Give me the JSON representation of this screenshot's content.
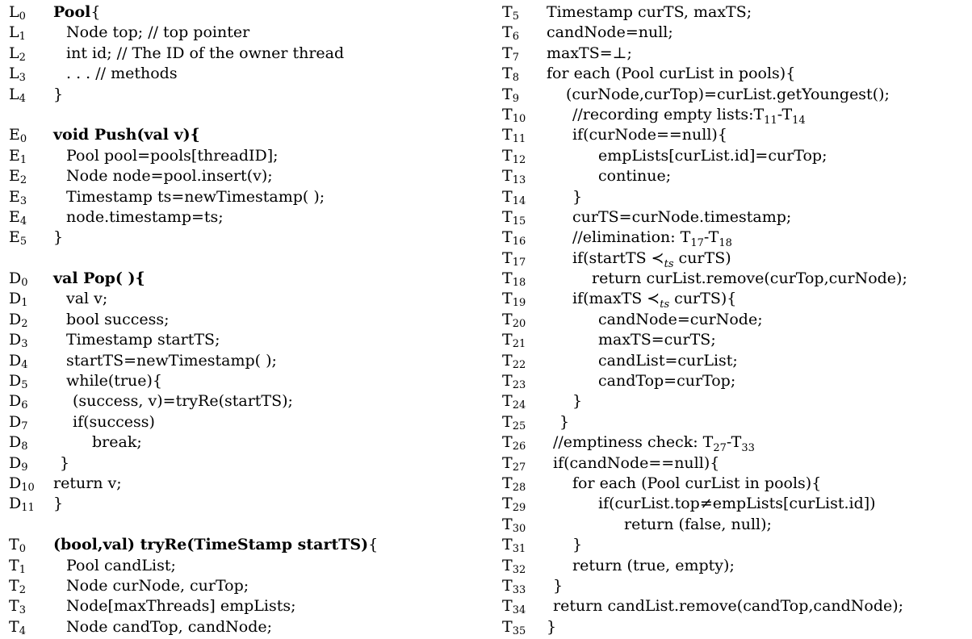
{
  "left_column": [
    {
      "prefix": "L",
      "sub": "0",
      "segments": [
        {
          "t": "",
          "b": false
        },
        {
          "t": "Pool",
          "b": true
        },
        {
          "t": "{",
          "b": false
        }
      ],
      "indent": 0
    },
    {
      "prefix": "L",
      "sub": "1",
      "segments": [
        {
          "t": "Node top; // top pointer",
          "b": false
        }
      ],
      "indent": 2
    },
    {
      "prefix": "L",
      "sub": "2",
      "segments": [
        {
          "t": "int id; // The ID of the owner thread",
          "b": false
        }
      ],
      "indent": 2
    },
    {
      "prefix": "L",
      "sub": "3",
      "segments": [
        {
          "t": ". . . // methods",
          "b": false
        }
      ],
      "indent": 2
    },
    {
      "prefix": "L",
      "sub": "4",
      "segments": [
        {
          "t": "}",
          "b": false
        }
      ],
      "indent": 0
    },
    {
      "blank": true
    },
    {
      "prefix": "E",
      "sub": "0",
      "segments": [
        {
          "t": "void Push(val v){",
          "b": true
        }
      ],
      "indent": 0
    },
    {
      "prefix": "E",
      "sub": "1",
      "segments": [
        {
          "t": "Pool pool=pools[threadID];",
          "b": false
        }
      ],
      "indent": 2
    },
    {
      "prefix": "E",
      "sub": "2",
      "segments": [
        {
          "t": "Node node=pool.insert(v);",
          "b": false
        }
      ],
      "indent": 2
    },
    {
      "prefix": "E",
      "sub": "3",
      "segments": [
        {
          "t": "Timestamp ts=newTimestamp( );",
          "b": false
        }
      ],
      "indent": 2
    },
    {
      "prefix": "E",
      "sub": "4",
      "segments": [
        {
          "t": "node.timestamp=ts;",
          "b": false
        }
      ],
      "indent": 2
    },
    {
      "prefix": "E",
      "sub": "5",
      "segments": [
        {
          "t": "}",
          "b": false
        }
      ],
      "indent": 0
    },
    {
      "blank": true
    },
    {
      "prefix": "D",
      "sub": "0",
      "segments": [
        {
          "t": "val Pop( ){",
          "b": true
        }
      ],
      "indent": 0
    },
    {
      "prefix": "D",
      "sub": "1",
      "segments": [
        {
          "t": "val v;",
          "b": false
        }
      ],
      "indent": 2
    },
    {
      "prefix": "D",
      "sub": "2",
      "segments": [
        {
          "t": "bool success;",
          "b": false
        }
      ],
      "indent": 2
    },
    {
      "prefix": "D",
      "sub": "3",
      "segments": [
        {
          "t": "Timestamp startTS;",
          "b": false
        }
      ],
      "indent": 2
    },
    {
      "prefix": "D",
      "sub": "4",
      "segments": [
        {
          "t": "startTS=newTimestamp( );",
          "b": false
        }
      ],
      "indent": 2
    },
    {
      "prefix": "D",
      "sub": "5",
      "segments": [
        {
          "t": "while(true){",
          "b": false
        }
      ],
      "indent": 2
    },
    {
      "prefix": "D",
      "sub": "6",
      "segments": [
        {
          "t": "(success, v)=tryRe(startTS);",
          "b": false
        }
      ],
      "indent": 3
    },
    {
      "prefix": "D",
      "sub": "7",
      "segments": [
        {
          "t": "if(success)",
          "b": false
        }
      ],
      "indent": 3
    },
    {
      "prefix": "D",
      "sub": "8",
      "segments": [
        {
          "t": "break;",
          "b": false
        }
      ],
      "indent": 6
    },
    {
      "prefix": "D",
      "sub": "9",
      "segments": [
        {
          "t": "}",
          "b": false
        }
      ],
      "indent": 1
    },
    {
      "prefix": "D",
      "sub": "10",
      "segments": [
        {
          "t": "return v;",
          "b": false
        }
      ],
      "indent": 0
    },
    {
      "prefix": "D",
      "sub": "11",
      "segments": [
        {
          "t": "}",
          "b": false
        }
      ],
      "indent": 0
    },
    {
      "blank": true
    },
    {
      "prefix": "T",
      "sub": "0",
      "segments": [
        {
          "t": "(bool,val) tryRe(TimeStamp startTS)",
          "b": true
        },
        {
          "t": "{",
          "b": false
        }
      ],
      "indent": 0
    },
    {
      "prefix": "T",
      "sub": "1",
      "segments": [
        {
          "t": "Pool candList;",
          "b": false
        }
      ],
      "indent": 2
    },
    {
      "prefix": "T",
      "sub": "2",
      "segments": [
        {
          "t": "Node curNode, curTop;",
          "b": false
        }
      ],
      "indent": 2
    },
    {
      "prefix": "T",
      "sub": "3",
      "segments": [
        {
          "t": "Node[maxThreads] empLists;",
          "b": false
        }
      ],
      "indent": 2
    },
    {
      "prefix": "T",
      "sub": "4",
      "segments": [
        {
          "t": "Node candTop, candNode;",
          "b": false
        }
      ],
      "indent": 2
    }
  ],
  "right_column": [
    {
      "prefix": "T",
      "sub": "5",
      "segments": [
        {
          "t": "Timestamp curTS, maxTS;",
          "b": false
        }
      ],
      "indent": 0
    },
    {
      "prefix": "T",
      "sub": "6",
      "segments": [
        {
          "t": "candNode=null;",
          "b": false
        }
      ],
      "indent": 0
    },
    {
      "prefix": "T",
      "sub": "7",
      "segments": [
        {
          "t": "maxTS=⊥;",
          "b": false
        }
      ],
      "indent": 0
    },
    {
      "prefix": "T",
      "sub": "8",
      "segments": [
        {
          "t": "for each (Pool curList in pools){",
          "b": false
        }
      ],
      "indent": 0
    },
    {
      "prefix": "T",
      "sub": "9",
      "segments": [
        {
          "t": "(curNode,curTop)=curList.getYoungest();",
          "b": false
        }
      ],
      "indent": 3
    },
    {
      "prefix": "T",
      "sub": "10",
      "segments": [
        {
          "t": "//recording empty lists:T",
          "b": false
        },
        {
          "t": "11",
          "b": false,
          "sub": true
        },
        {
          "t": "-T",
          "b": false
        },
        {
          "t": "14",
          "b": false,
          "sub": true
        }
      ],
      "indent": 4
    },
    {
      "prefix": "T",
      "sub": "11",
      "segments": [
        {
          "t": "if(curNode==null){",
          "b": false
        }
      ],
      "indent": 4
    },
    {
      "prefix": "T",
      "sub": "12",
      "segments": [
        {
          "t": "empLists[curList.id]=curTop;",
          "b": false
        }
      ],
      "indent": 8
    },
    {
      "prefix": "T",
      "sub": "13",
      "segments": [
        {
          "t": "continue;",
          "b": false
        }
      ],
      "indent": 8
    },
    {
      "prefix": "T",
      "sub": "14",
      "segments": [
        {
          "t": "}",
          "b": false
        }
      ],
      "indent": 4
    },
    {
      "prefix": "T",
      "sub": "15",
      "segments": [
        {
          "t": "curTS=curNode.timestamp;",
          "b": false
        }
      ],
      "indent": 4
    },
    {
      "prefix": "T",
      "sub": "16",
      "segments": [
        {
          "t": "//elimination: T",
          "b": false
        },
        {
          "t": "17",
          "b": false,
          "sub": true
        },
        {
          "t": "-T",
          "b": false
        },
        {
          "t": "18",
          "b": false,
          "sub": true
        }
      ],
      "indent": 4
    },
    {
      "prefix": "T",
      "sub": "17",
      "segments": [
        {
          "t": "if(startTS ≺",
          "b": false
        },
        {
          "t": "ts",
          "b": false,
          "sub": true,
          "i": true
        },
        {
          "t": " curTS)",
          "b": false
        }
      ],
      "indent": 4
    },
    {
      "prefix": "T",
      "sub": "18",
      "segments": [
        {
          "t": "return curList.remove(curTop,curNode);",
          "b": false
        }
      ],
      "indent": 7
    },
    {
      "prefix": "T",
      "sub": "19",
      "segments": [
        {
          "t": "if(maxTS ≺",
          "b": false
        },
        {
          "t": "ts",
          "b": false,
          "sub": true,
          "i": true
        },
        {
          "t": " curTS){",
          "b": false
        }
      ],
      "indent": 4
    },
    {
      "prefix": "T",
      "sub": "20",
      "segments": [
        {
          "t": "candNode=curNode;",
          "b": false
        }
      ],
      "indent": 8
    },
    {
      "prefix": "T",
      "sub": "21",
      "segments": [
        {
          "t": "maxTS=curTS;",
          "b": false
        }
      ],
      "indent": 8
    },
    {
      "prefix": "T",
      "sub": "22",
      "segments": [
        {
          "t": "candList=curList;",
          "b": false
        }
      ],
      "indent": 8
    },
    {
      "prefix": "T",
      "sub": "23",
      "segments": [
        {
          "t": "candTop=curTop;",
          "b": false
        }
      ],
      "indent": 8
    },
    {
      "prefix": "T",
      "sub": "24",
      "segments": [
        {
          "t": "}",
          "b": false
        }
      ],
      "indent": 4
    },
    {
      "prefix": "T",
      "sub": "25",
      "segments": [
        {
          "t": "}",
          "b": false
        }
      ],
      "indent": 2
    },
    {
      "prefix": "T",
      "sub": "26",
      "segments": [
        {
          "t": "//emptiness check: T",
          "b": false
        },
        {
          "t": "27",
          "b": false,
          "sub": true
        },
        {
          "t": "-T",
          "b": false
        },
        {
          "t": "33",
          "b": false,
          "sub": true
        }
      ],
      "indent": 1
    },
    {
      "prefix": "T",
      "sub": "27",
      "segments": [
        {
          "t": "if(candNode==null){",
          "b": false
        }
      ],
      "indent": 1
    },
    {
      "prefix": "T",
      "sub": "28",
      "segments": [
        {
          "t": "for each (Pool curList in pools){",
          "b": false
        }
      ],
      "indent": 4
    },
    {
      "prefix": "T",
      "sub": "29",
      "segments": [
        {
          "t": "if(curList.top≠empLists[curList.id])",
          "b": false
        }
      ],
      "indent": 8
    },
    {
      "prefix": "T",
      "sub": "30",
      "segments": [
        {
          "t": "return (false, null);",
          "b": false
        }
      ],
      "indent": 12
    },
    {
      "prefix": "T",
      "sub": "31",
      "segments": [
        {
          "t": "}",
          "b": false
        }
      ],
      "indent": 4
    },
    {
      "prefix": "T",
      "sub": "32",
      "segments": [
        {
          "t": "return (true, empty);",
          "b": false
        }
      ],
      "indent": 4
    },
    {
      "prefix": "T",
      "sub": "33",
      "segments": [
        {
          "t": "}",
          "b": false
        }
      ],
      "indent": 1
    },
    {
      "prefix": "T",
      "sub": "34",
      "segments": [
        {
          "t": "return candList.remove(candTop,candNode);",
          "b": false
        }
      ],
      "indent": 1
    },
    {
      "prefix": "T",
      "sub": "35",
      "segments": [
        {
          "t": "}",
          "b": false
        }
      ],
      "indent": 0
    }
  ]
}
